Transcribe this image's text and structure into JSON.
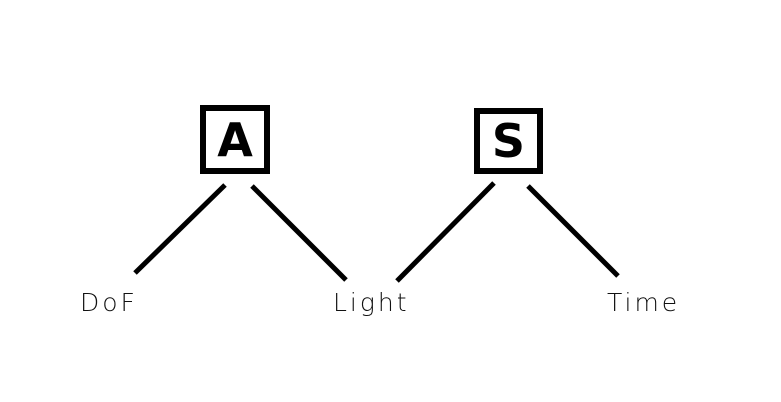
{
  "nodes": {
    "a": {
      "label": "A"
    },
    "s": {
      "label": "S"
    }
  },
  "leaves": {
    "dof": "DoF",
    "light": "Light",
    "time": "Time"
  },
  "edges": [
    {
      "from": "A",
      "to": "DoF"
    },
    {
      "from": "A",
      "to": "Light"
    },
    {
      "from": "S",
      "to": "Light"
    },
    {
      "from": "S",
      "to": "Time"
    }
  ]
}
